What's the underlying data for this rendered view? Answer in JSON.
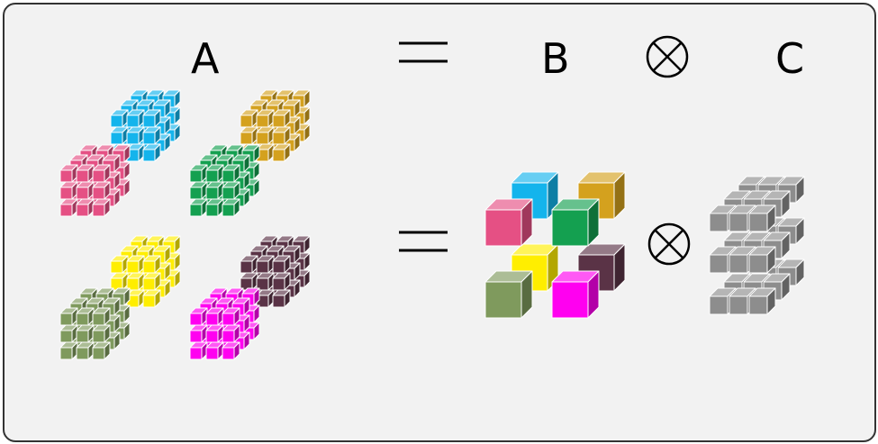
{
  "header": {
    "a": "A",
    "b": "B",
    "c": "C"
  },
  "symbols": {
    "equals": "equals-sign",
    "kron": "circle-times"
  },
  "colors": {
    "blue": "#14b4ec",
    "gold": "#d4a11e",
    "pink": "#e55084",
    "green": "#14a050",
    "yellow": "#ffee00",
    "maroon": "#5a3346",
    "olive": "#7f9a5d",
    "magenta": "#ff00f0",
    "gray": "#8d8d8d"
  }
}
